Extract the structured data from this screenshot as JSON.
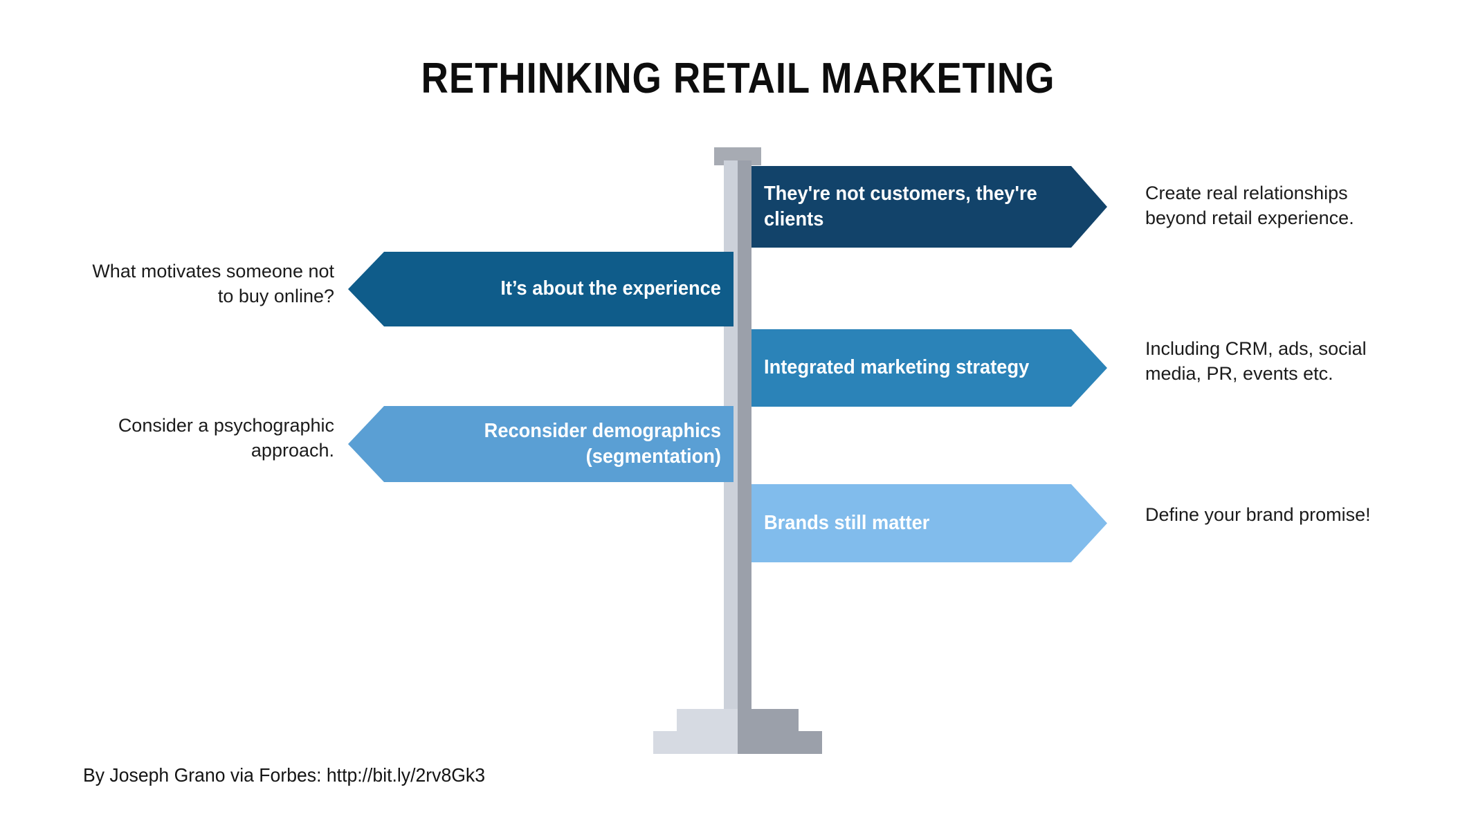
{
  "title": "RETHINKING RETAIL MARKETING",
  "credit": "By Joseph Grano via Forbes: http://bit.ly/2rv8Gk3",
  "colors": {
    "sign_navy": "#12436a",
    "sign_dark_blue": "#0f5c8a",
    "sign_mid_blue": "#2b83b8",
    "sign_blue": "#5a9fd4",
    "sign_light_blue": "#81bcec",
    "post_light": "#ccd1da",
    "post_dark": "#9ba0aa",
    "post_cap": "#a7abb3",
    "base_light": "#d6dae2",
    "text_dark": "#1b1b1b",
    "title_color": "#0d0d0d"
  },
  "signs": [
    {
      "id": "clients",
      "label": "They're not customers, they're clients",
      "note": "Create real relationships beyond retail experience.",
      "direction": "right",
      "color": "#12436a"
    },
    {
      "id": "experience",
      "label": "It’s about the experience",
      "note": "What motivates someone not to buy online?",
      "direction": "left",
      "color": "#0f5c8a"
    },
    {
      "id": "integrated-marketing",
      "label": "Integrated marketing strategy",
      "note": "Including CRM, ads, social media, PR, events etc.",
      "direction": "right",
      "color": "#2b83b8"
    },
    {
      "id": "demographics",
      "label": "Reconsider demographics (segmentation)",
      "note": "Consider a psychographic approach.",
      "direction": "left",
      "color": "#5a9fd4"
    },
    {
      "id": "brands",
      "label": "Brands still matter",
      "note": "Define your brand promise!",
      "direction": "right",
      "color": "#81bcec"
    }
  ]
}
